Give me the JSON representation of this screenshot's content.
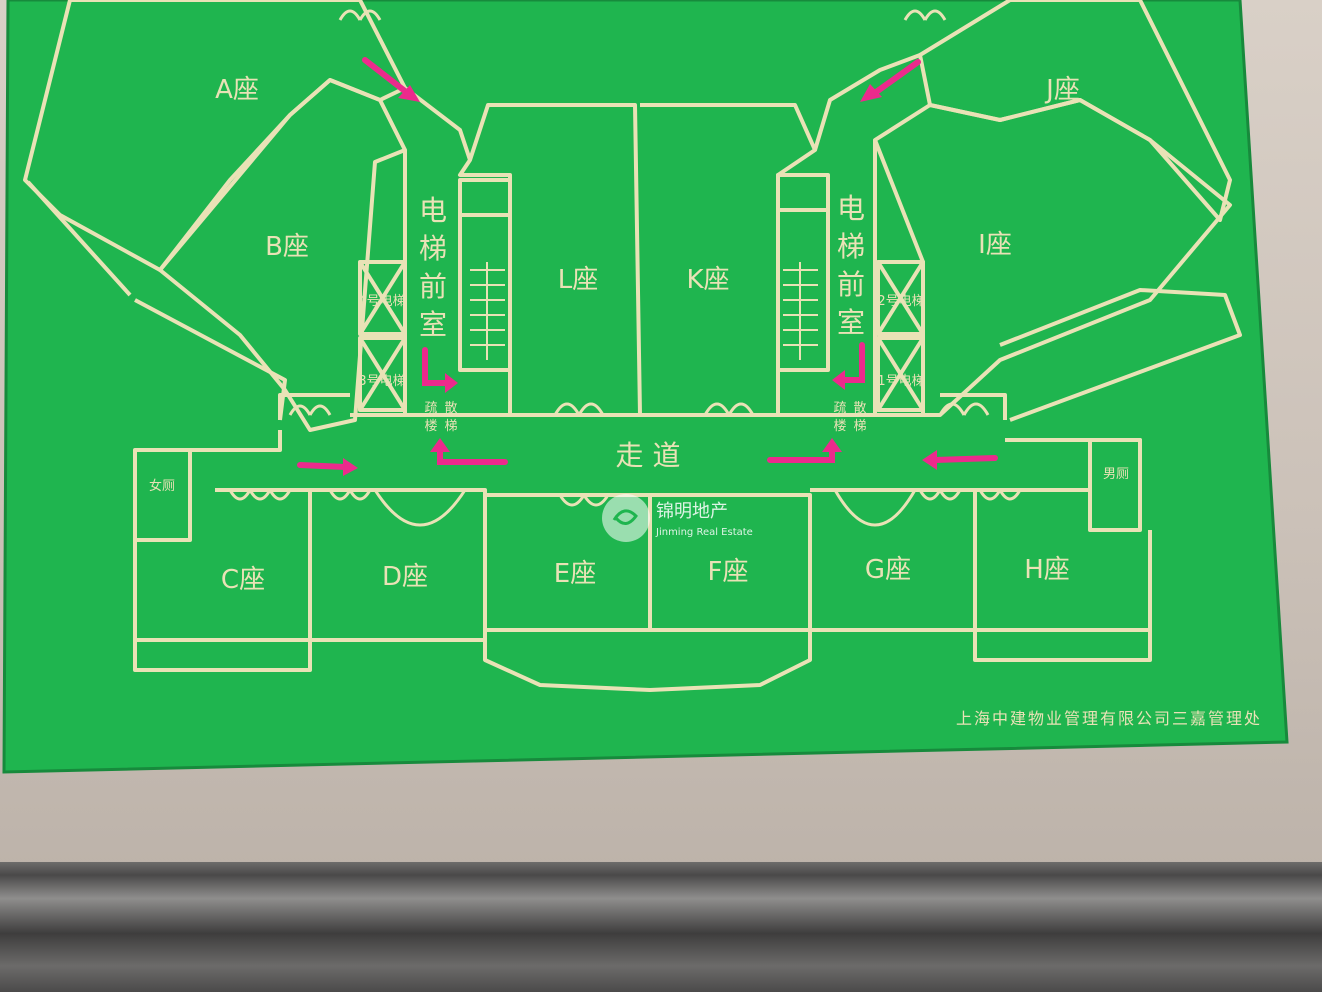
{
  "sign": {
    "colors": {
      "board": "#1fb54f",
      "line": "#e9e2b6",
      "arrow": "#ec2a8c",
      "wall": "#d3cac1"
    },
    "units": {
      "A": "A座",
      "B": "B座",
      "C": "C座",
      "D": "D座",
      "E": "E座",
      "F": "F座",
      "G": "G座",
      "H": "H座",
      "I": "I座",
      "J": "J座",
      "K": "K座",
      "L": "L座"
    },
    "lobby_left": [
      "电",
      "梯",
      "前",
      "室"
    ],
    "lobby_right": [
      "电",
      "梯",
      "前",
      "室"
    ],
    "corridor": "走  道",
    "elevators_left": [
      "4号电梯",
      "3号电梯"
    ],
    "elevators_right": [
      "2号电梯",
      "1号电梯"
    ],
    "stairs_left": [
      "疏",
      "楼",
      "散",
      "梯"
    ],
    "stairs_right": [
      "疏",
      "楼",
      "散",
      "梯"
    ],
    "restroom_female": "女厕",
    "restroom_male": "男厕",
    "footer": "上海中建物业管理有限公司三嘉管理处"
  },
  "watermark": {
    "name_cn": "锦明地产",
    "name_en": "Jinming Real Estate",
    "icon": "swirl-logo-icon"
  }
}
